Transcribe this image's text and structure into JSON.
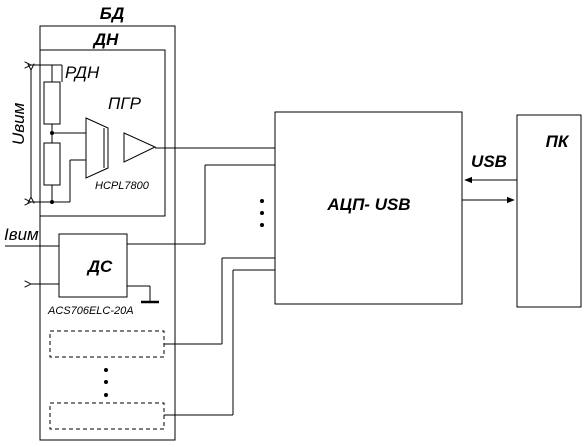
{
  "labels": {
    "bd": "БД",
    "dn": "ДН",
    "rdn": "РДН",
    "pgr": "ПГР",
    "hcpl": "HCPL7800",
    "u_vim": "Uвим",
    "i_vim": "Iвим",
    "ds": "ДС",
    "acs": "ACS706ELC-20A",
    "adc_usb": "АЦП- USB",
    "usb": "USB",
    "pc": "ПК"
  },
  "colors": {
    "stroke": "#000000",
    "background": "#ffffff"
  }
}
